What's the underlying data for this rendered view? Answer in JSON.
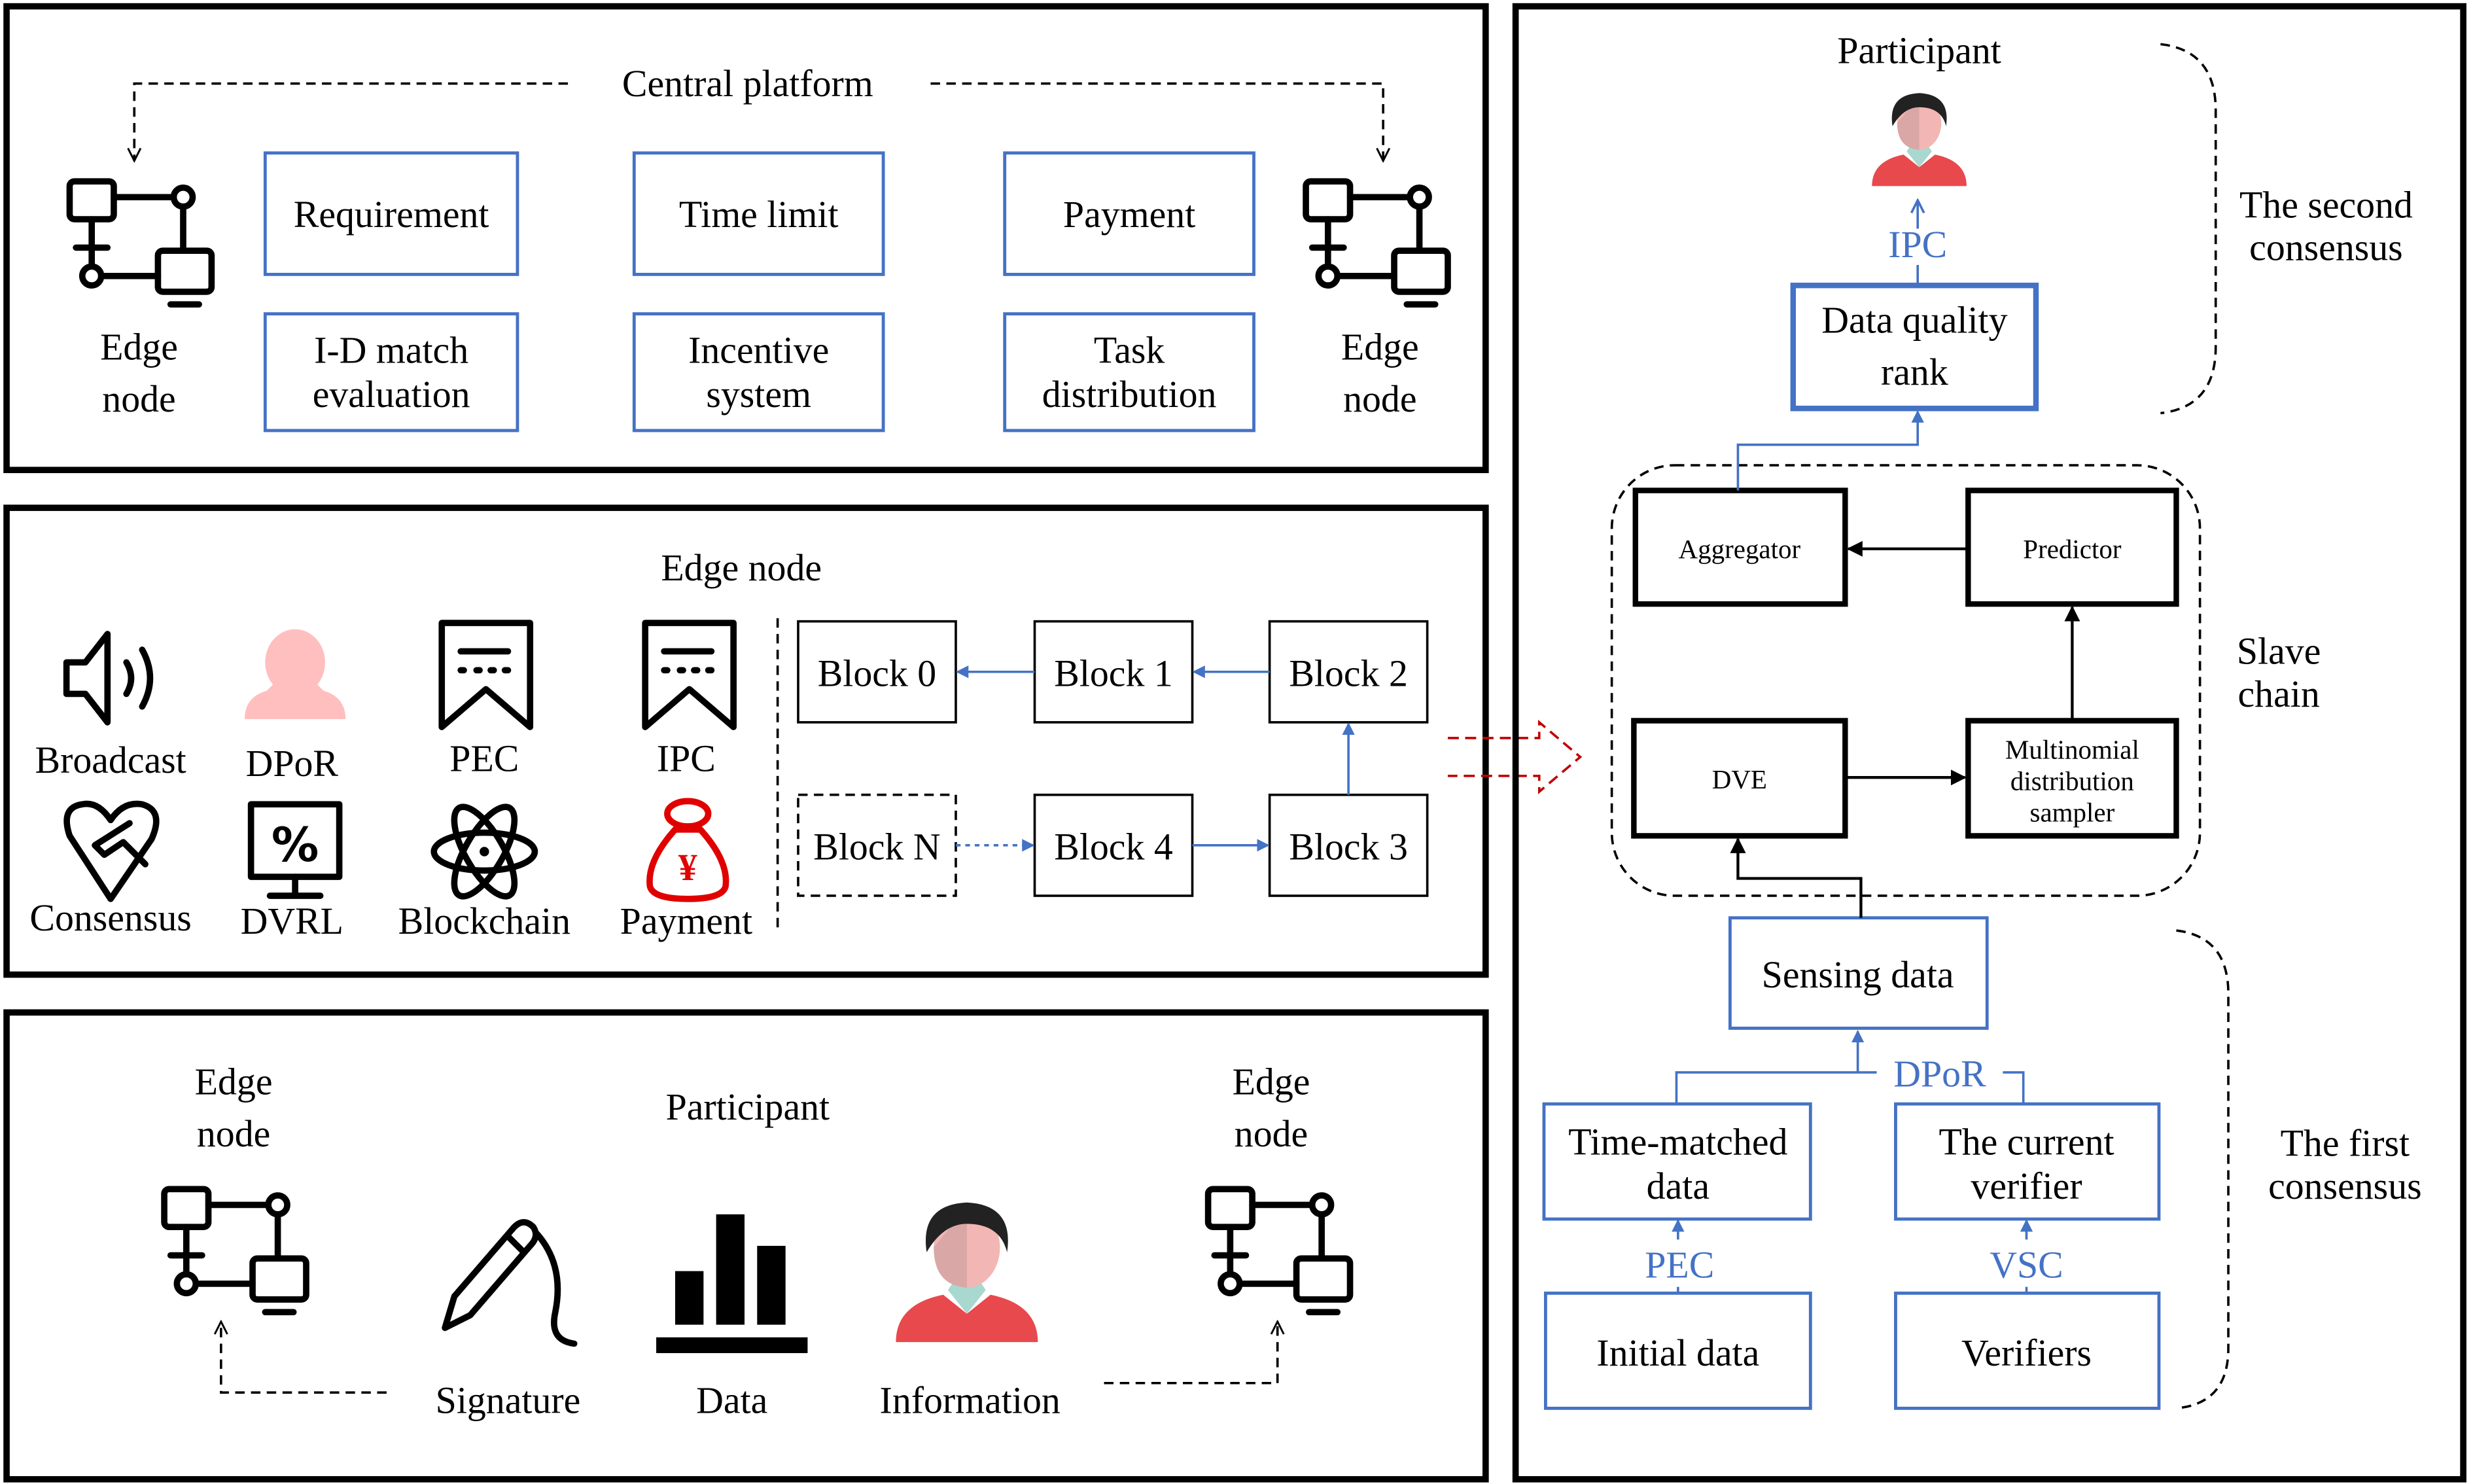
{
  "colors": {
    "accent_blue": "#4472c4",
    "payment_red": "#e00000",
    "transfer_arrow": "#c00000",
    "dpor_pink": "#ffbfbf"
  },
  "central_panel": {
    "title": "Central platform",
    "edge_node_left": [
      "Edge",
      "node"
    ],
    "edge_node_right": [
      "Edge",
      "node"
    ],
    "boxes": [
      {
        "lines": [
          "Requirement"
        ]
      },
      {
        "lines": [
          "Time limit"
        ]
      },
      {
        "lines": [
          "Payment"
        ]
      },
      {
        "lines": [
          "I-D match",
          "evaluation"
        ]
      },
      {
        "lines": [
          "Incentive",
          "system"
        ]
      },
      {
        "lines": [
          "Task",
          "distribution"
        ]
      }
    ]
  },
  "edge_panel": {
    "title": "Edge node",
    "icons": [
      {
        "label": "Broadcast",
        "icon": "speaker-icon"
      },
      {
        "label": "DPoR",
        "icon": "person-silhouette-icon"
      },
      {
        "label": "PEC",
        "icon": "ribbon-tag-icon"
      },
      {
        "label": "IPC",
        "icon": "ribbon-tag-icon"
      },
      {
        "label": "Consensus",
        "icon": "handshake-heart-icon"
      },
      {
        "label": "DVRL",
        "icon": "monitor-percent-icon"
      },
      {
        "label": "Blockchain",
        "icon": "atom-icon"
      },
      {
        "label": "Payment",
        "icon": "money-bag-yen-icon"
      }
    ],
    "blocks": [
      "Block 0",
      "Block 1",
      "Block 2",
      "Block N",
      "Block 4",
      "Block 3"
    ]
  },
  "participant_panel": {
    "title": "Participant",
    "edge_node_left": [
      "Edge",
      "node"
    ],
    "edge_node_right": [
      "Edge",
      "node"
    ],
    "items": [
      {
        "label": "Signature",
        "icon": "pen-signature-icon"
      },
      {
        "label": "Data",
        "icon": "bar-chart-icon"
      },
      {
        "label": "Information",
        "icon": "person-avatar-icon"
      }
    ]
  },
  "right_panel": {
    "participant": "Participant",
    "ipc": "IPC",
    "data_quality_rank": [
      "Data quality",
      "rank"
    ],
    "second_consensus": [
      "The second",
      "consensus"
    ],
    "aggregator": "Aggregator",
    "predictor": "Predictor",
    "dve": "DVE",
    "sampler": [
      "Multinomial",
      "distribution",
      "sampler"
    ],
    "slave_chain": [
      "Slave",
      "chain"
    ],
    "sensing_data": "Sensing data",
    "dpor": "DPoR",
    "time_matched": [
      "Time-matched",
      "data"
    ],
    "current_verifier": [
      "The current",
      "verifier"
    ],
    "pec": "PEC",
    "vsc": "VSC",
    "initial_data": "Initial data",
    "verifiers": "Verifiers",
    "first_consensus": [
      "The first",
      "consensus"
    ]
  }
}
